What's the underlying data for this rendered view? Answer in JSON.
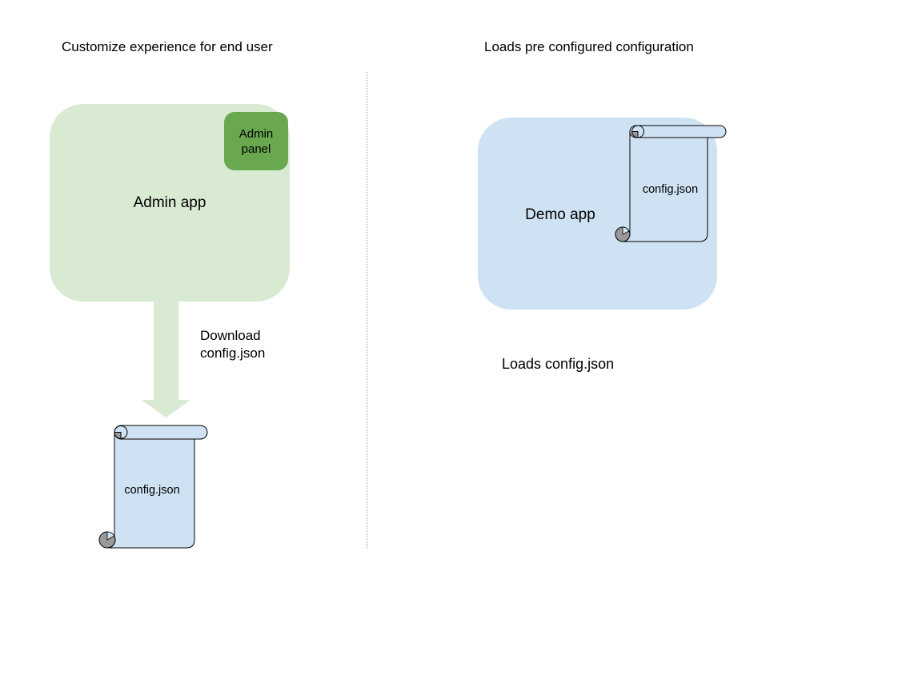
{
  "colors": {
    "background": "#ffffff",
    "light_green": "#d9ead3",
    "green": "#6aa84f",
    "light_blue": "#cfe2f3",
    "gray": "#999999",
    "outline": "#000000",
    "divider": "#999999",
    "text": "#000000"
  },
  "left": {
    "title": "Customize experience for end user",
    "admin_app_label": "Admin app",
    "admin_panel_label": "Admin panel",
    "arrow_label_line1": "Download",
    "arrow_label_line2": "config.json",
    "file_label": "config.json"
  },
  "right": {
    "title": "Loads pre configured configuration",
    "demo_app_label": "Demo app",
    "file_label": "config.json",
    "caption": "Loads config.json"
  }
}
